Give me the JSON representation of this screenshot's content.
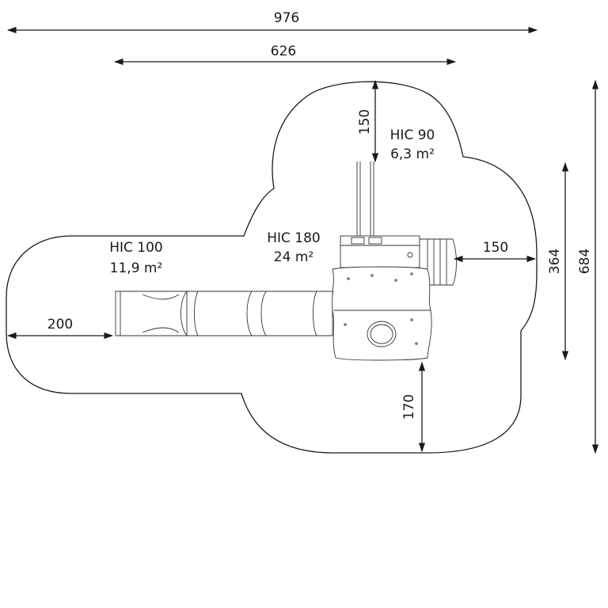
{
  "dimensions": {
    "overall_width": "976",
    "inner_width": "626",
    "left_offset": "200",
    "right_offset": "150",
    "top_offset": "150",
    "bottom_offset": "170",
    "height_middle": "364",
    "overall_height": "684"
  },
  "zones": [
    {
      "name": "HIC 100",
      "area": "11,9 m²"
    },
    {
      "name": "HIC 180",
      "area": "24  m²"
    },
    {
      "name": "HIC 90",
      "area": "6,3 m²"
    }
  ]
}
